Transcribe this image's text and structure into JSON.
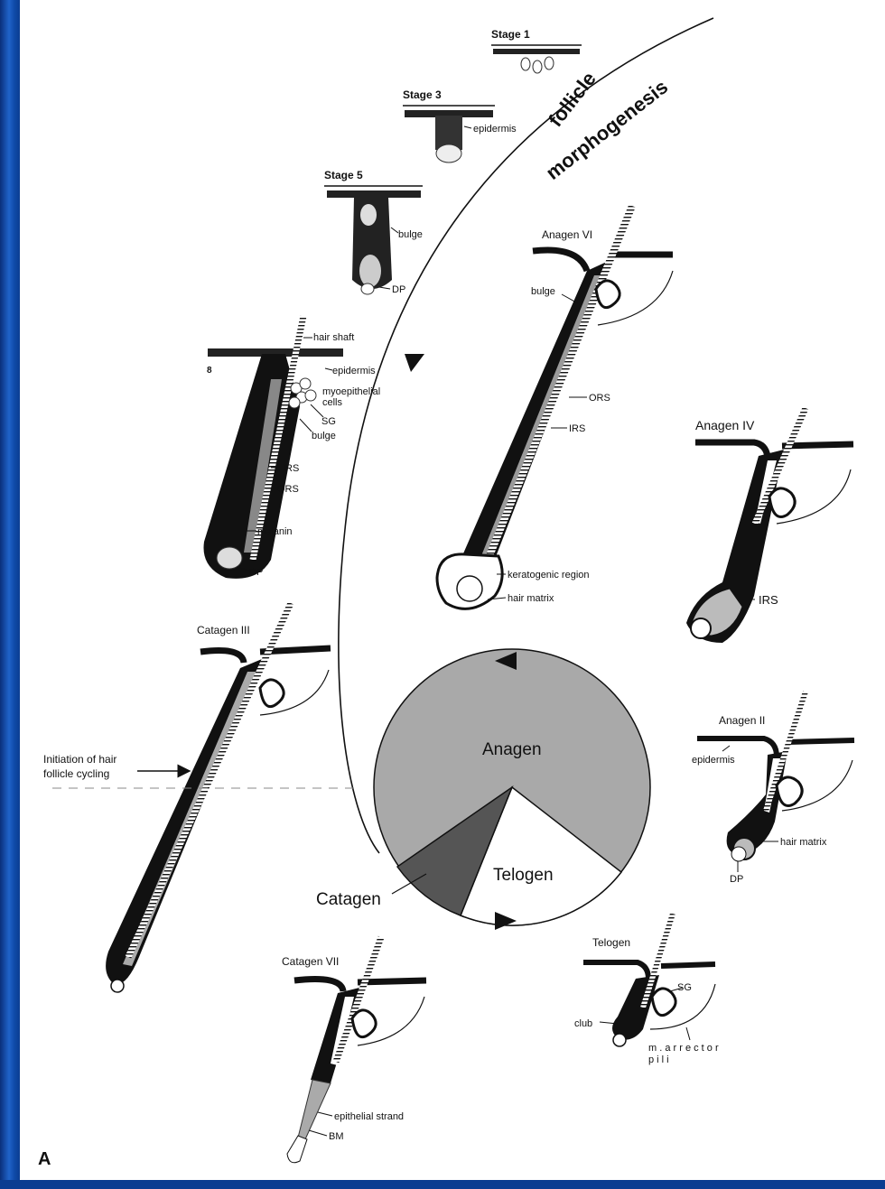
{
  "figure": {
    "panel_letter": "A",
    "title_line1": "follicle",
    "title_line2": "morphogenesis"
  },
  "stages": {
    "stage1": "Stage 1",
    "stage3": "Stage 3",
    "stage5": "Stage 5",
    "stage8": "8"
  },
  "labels": {
    "epidermis": "epidermis",
    "bulge": "bulge",
    "dp": "DP",
    "hair_shaft": "hair shaft",
    "myoepithelial1": "myoepithelial",
    "myoepithelial2": "cells",
    "sg": "SG",
    "irs": "IRS",
    "ors": "ORS",
    "melanin": "melanin",
    "keratogenic": "keratogenic  region",
    "hair_matrix": "hair matrix",
    "club": "club",
    "arrector1": "m . a r r e c t o r",
    "arrector2": "p i l i",
    "epithelial_strand": "epithelial strand",
    "bm": "BM",
    "initiation1": "Initiation of hair",
    "initiation2": "follicle cycling"
  },
  "phases": {
    "anagen_vi": "Anagen VI",
    "anagen_iv": "Anagen IV",
    "anagen_ii": "Anagen II",
    "telogen": "Telogen",
    "catagen_iii": "Catagen III",
    "catagen_vii": "Catagen VII"
  },
  "cycle": {
    "anagen": "Anagen",
    "telogen": "Telogen",
    "catagen": "Catagen",
    "colors": {
      "anagen": "#a9a9a9",
      "catagen": "#555555",
      "telogen": "#ffffff"
    }
  }
}
